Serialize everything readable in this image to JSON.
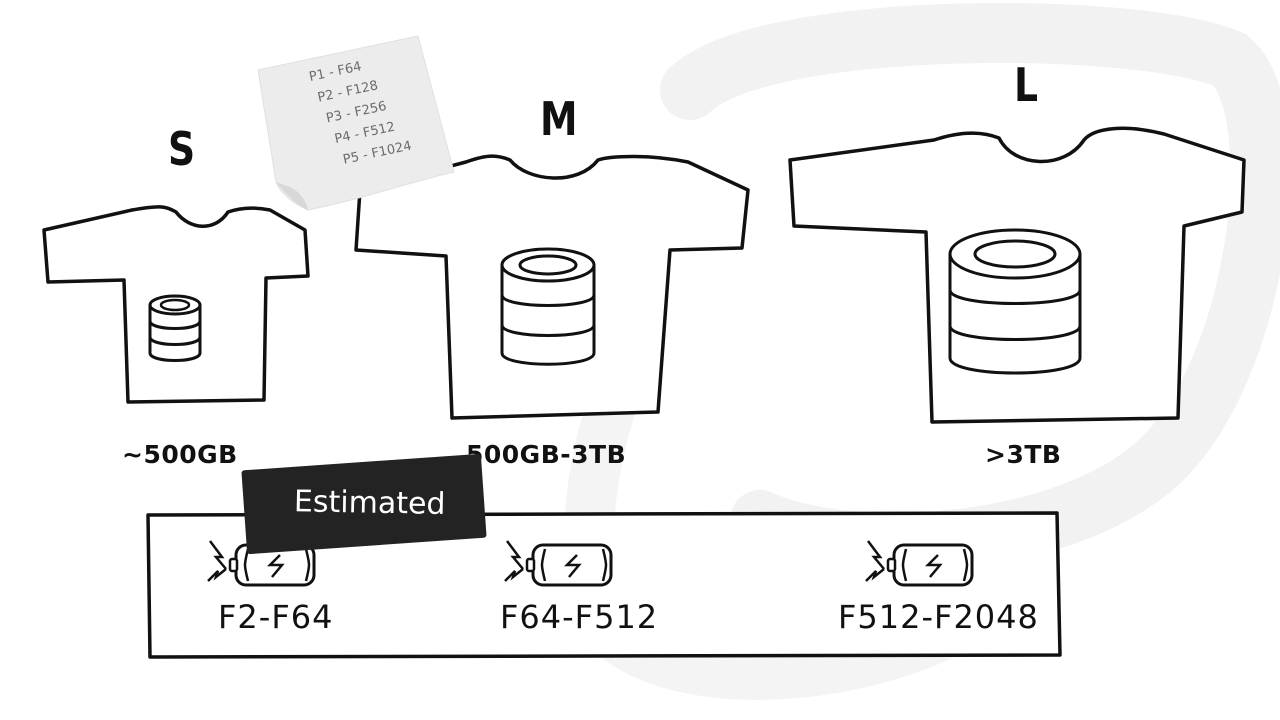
{
  "sizes": [
    {
      "letter": "S",
      "capacity": "~500GB",
      "range": "F2-F64"
    },
    {
      "letter": "M",
      "capacity": "500GB-3TB",
      "range": "F64-F512"
    },
    {
      "letter": "L",
      "capacity": ">3TB",
      "range": "F512-F2048"
    }
  ],
  "sticky_note": {
    "lines": [
      "P1 - F64",
      "P2 - F128",
      "P3 - F256",
      "P4 - F512",
      "P5 - F1024"
    ]
  },
  "tape_label": "Estimated",
  "icons": {
    "shirt": "tshirt-icon",
    "database": "database-icon",
    "battery": "battery-icon"
  }
}
